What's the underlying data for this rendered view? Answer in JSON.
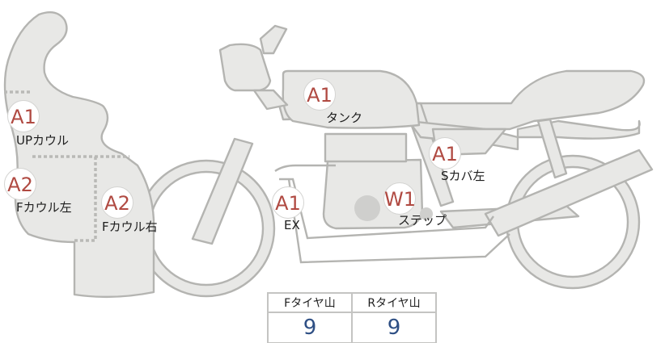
{
  "parts": [
    {
      "id": "up-cowl",
      "rank": "A1",
      "label": "UPカウル"
    },
    {
      "id": "f-cowl-left",
      "rank": "A2",
      "label": "Fカウル左"
    },
    {
      "id": "f-cowl-right",
      "rank": "A2",
      "label": "Fカウル右"
    },
    {
      "id": "tank",
      "rank": "A1",
      "label": "タンク"
    },
    {
      "id": "side-cover-left",
      "rank": "A1",
      "label": "Sカバ左"
    },
    {
      "id": "exhaust",
      "rank": "A1",
      "label": "EX"
    },
    {
      "id": "step",
      "rank": "W1",
      "label": "ステップ"
    }
  ],
  "tyre_table": {
    "front_header": "Fタイヤ山",
    "rear_header": "Rタイヤ山",
    "front_value": "9",
    "rear_value": "9"
  },
  "colors": {
    "part_fill": "#e8e8e6",
    "part_outline": "#b4b4b1",
    "rank_text": "#b04a42",
    "tyre_value_text": "#2e4f84"
  }
}
